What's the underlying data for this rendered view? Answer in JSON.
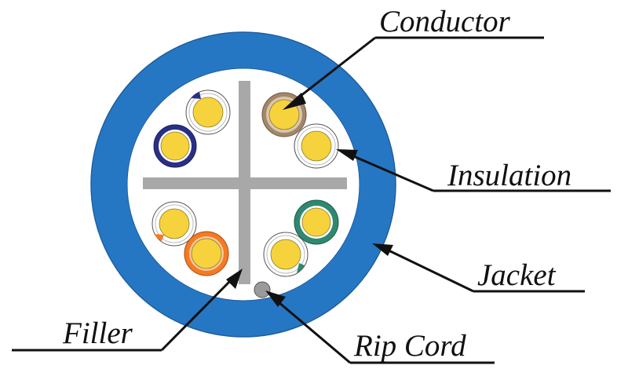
{
  "labels": {
    "conductor": "Conductor",
    "insulation": "Insulation",
    "jacket": "Jacket",
    "filler": "Filler",
    "rip_cord": "Rip Cord"
  },
  "colors": {
    "jacket": "#2677c3",
    "interior": "#ffffff",
    "conductor": "#f6d33c",
    "filler": "#a8a8a8",
    "rip_cord": "#9a9a9a",
    "line": "#111111",
    "pair_blue": "#2a2f86",
    "pair_brown": "#a4866a",
    "pair_green": "#2f8870",
    "pair_orange": "#f47a24"
  },
  "pairs": [
    {
      "name": "blue",
      "solid": "blue-white"
    },
    {
      "name": "brown",
      "solid": "brown-white"
    },
    {
      "name": "orange",
      "solid": "orange-white"
    },
    {
      "name": "green",
      "solid": "green-white"
    }
  ]
}
